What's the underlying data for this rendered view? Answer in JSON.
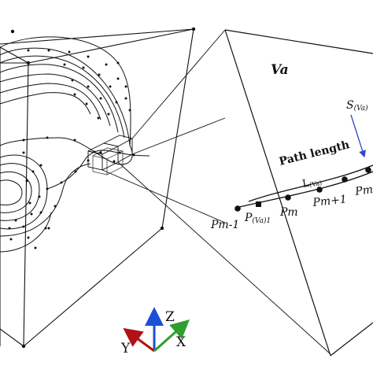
{
  "region": {
    "name": "Va"
  },
  "labels": {
    "path_length": "Path length",
    "length_main": "L",
    "length_sub": "(Va)",
    "s_main": "S",
    "s_sub": "(Va)",
    "pm1_main": "Pm-1",
    "pva_main": "P",
    "pva_sub": "(Va)1",
    "pm_main": "Pm",
    "pm1plus_main": "Pm+1",
    "pm2_main": "Pm"
  },
  "axes": {
    "z": "Z",
    "y": "Y",
    "x": "X"
  },
  "colors": {
    "line": "#111111",
    "z_axis": "#1a4fd6",
    "y_axis": "#b01217",
    "x_axis": "#2f9e2f",
    "s_arrow": "#3344cc"
  }
}
